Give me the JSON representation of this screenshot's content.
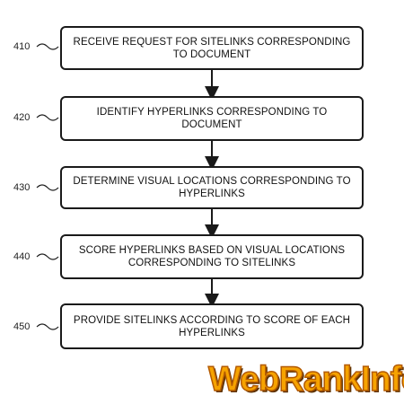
{
  "steps": [
    {
      "number": "410",
      "text": "RECEIVE REQUEST FOR SITELINKS CORRESPONDING TO DOCUMENT"
    },
    {
      "number": "420",
      "text": "IDENTIFY HYPERLINKS CORRESPONDING TO DOCUMENT"
    },
    {
      "number": "430",
      "text": "DETERMINE VISUAL LOCATIONS CORRESPONDING TO HYPERLINKS"
    },
    {
      "number": "440",
      "text": "SCORE HYPERLINKS BASED ON VISUAL LOCATIONS CORRESPONDING TO SITELINKS"
    },
    {
      "number": "450",
      "text": "PROVIDE SITELINKS ACCORDING TO SCORE OF EACH HYPERLINKS"
    }
  ],
  "watermark": {
    "text": "WebRankInfo"
  },
  "colors": {
    "line": "#1a1a1a",
    "watermark_fill": "#f6a300"
  }
}
